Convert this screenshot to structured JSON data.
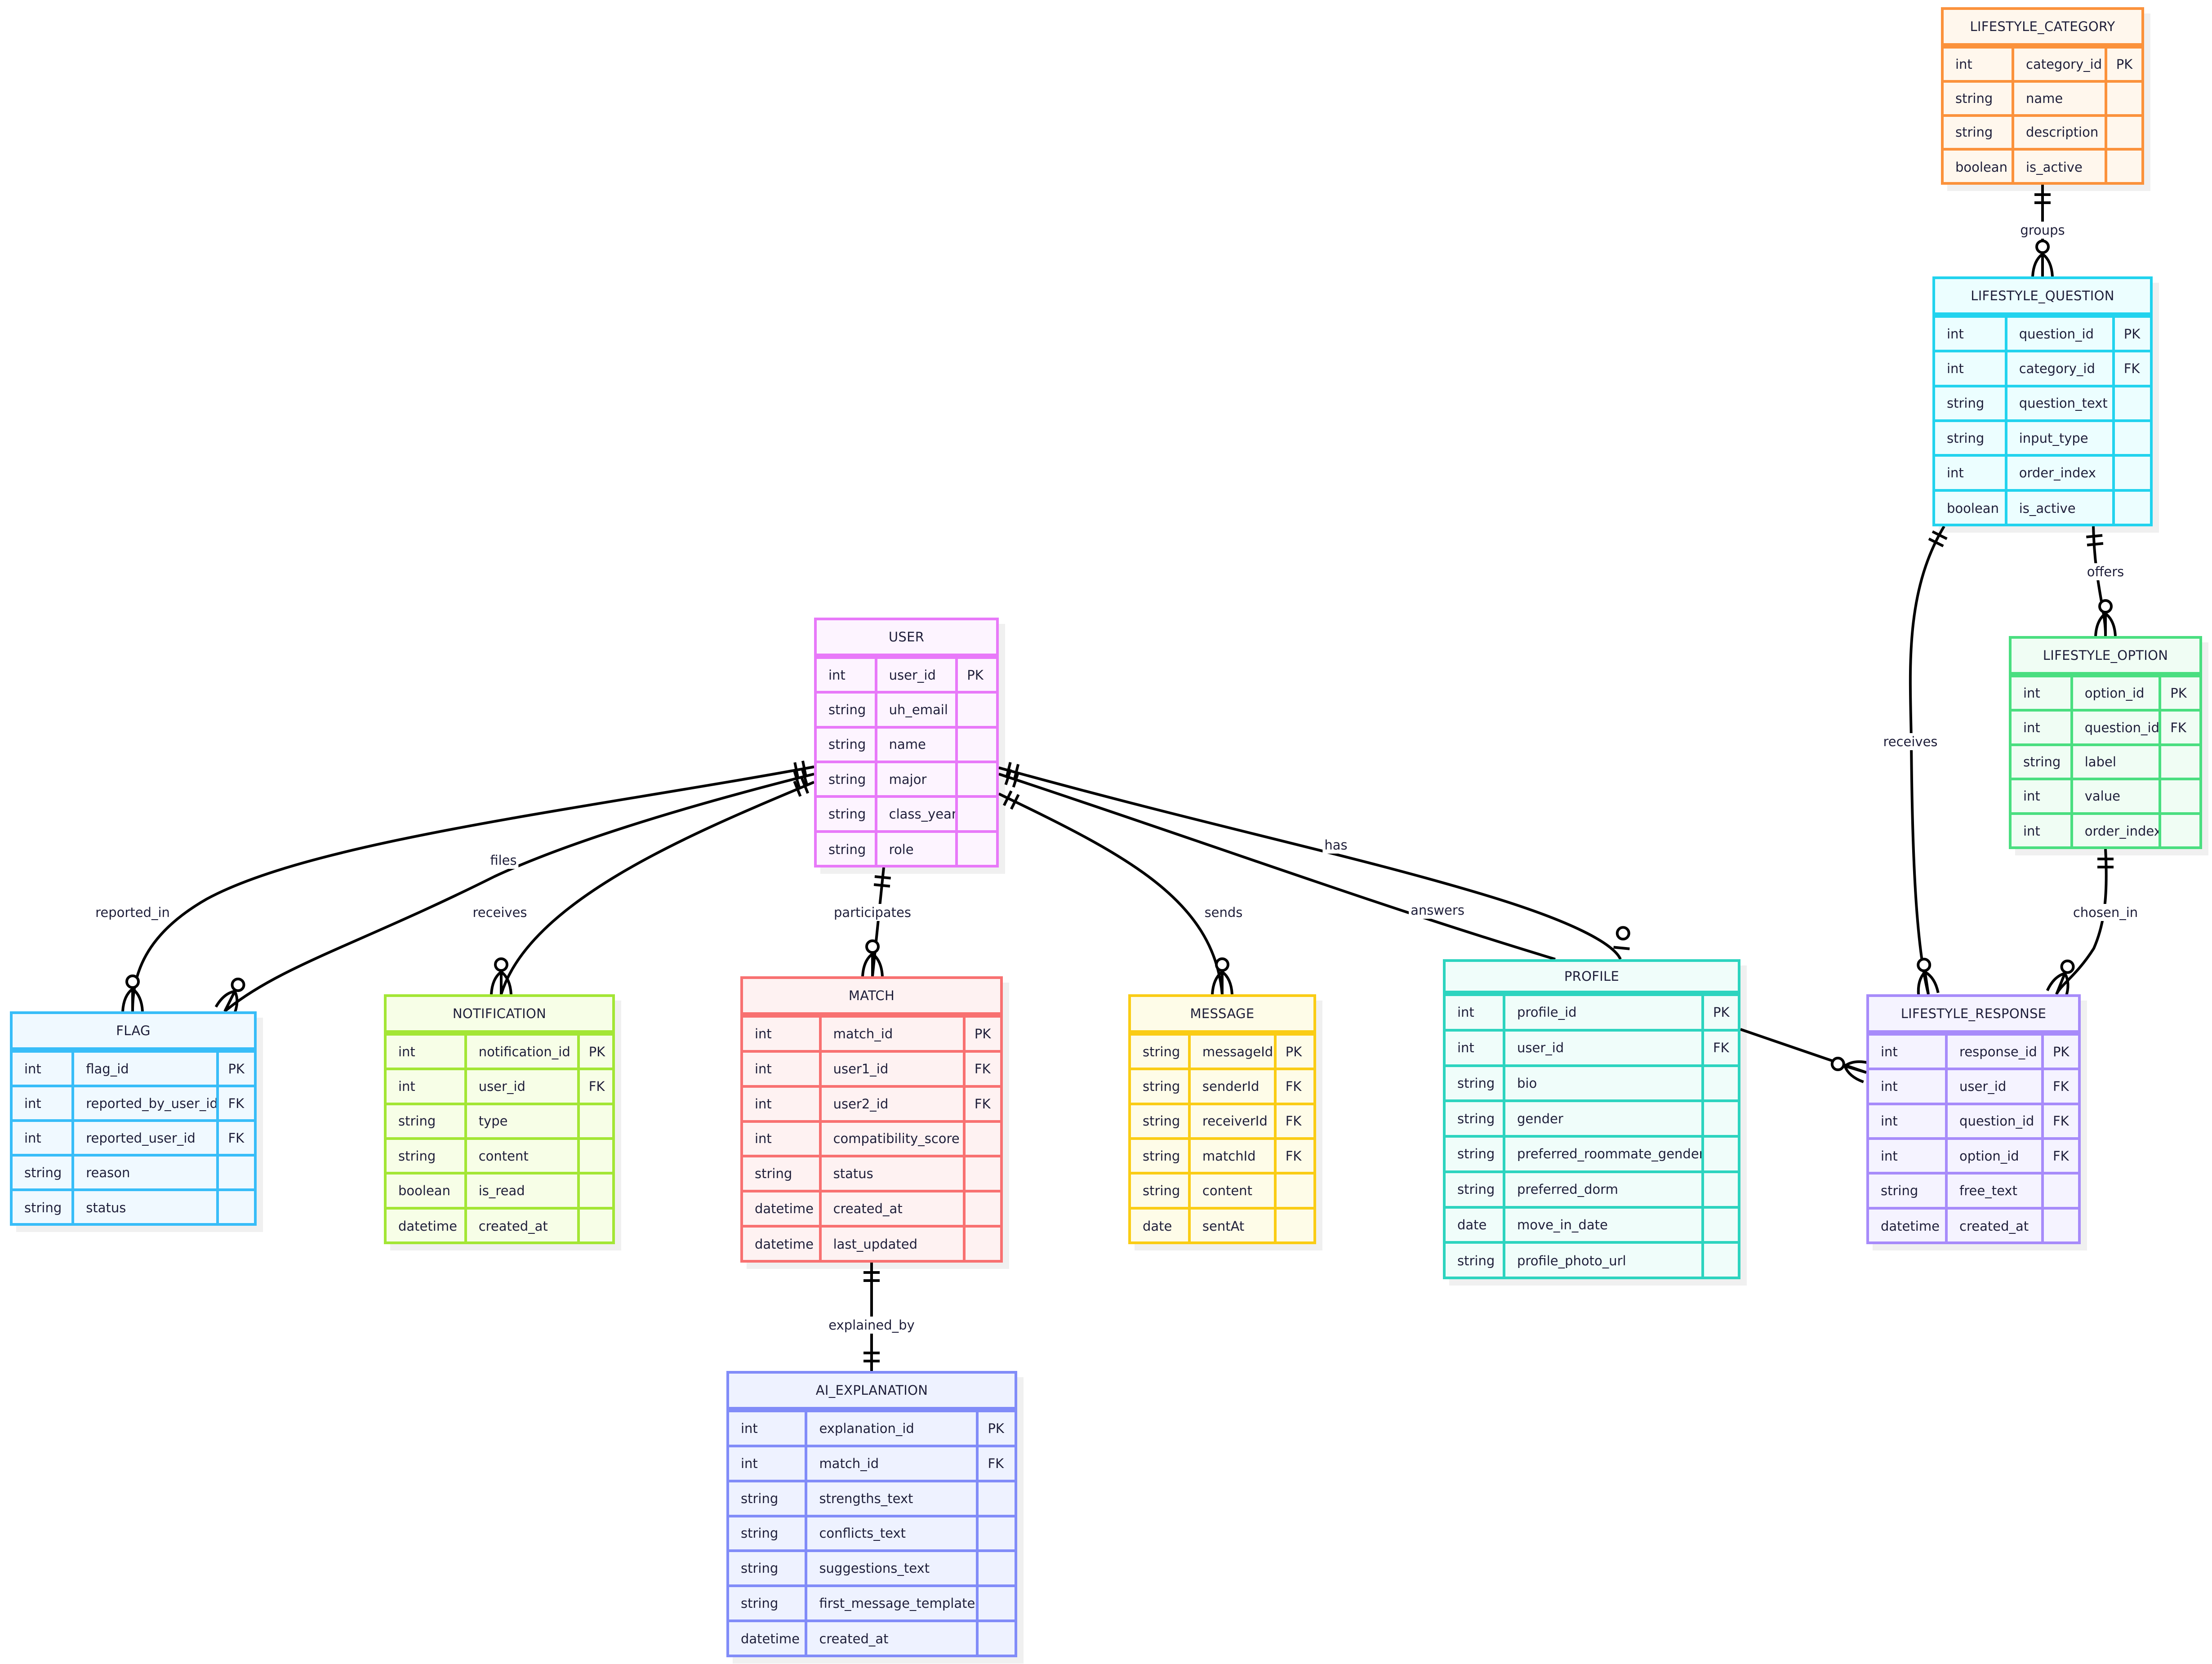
{
  "diagram": {
    "type": "entity-relationship",
    "entities": [
      {
        "id": "LIFESTYLE_CATEGORY",
        "name": "LIFESTYLE_CATEGORY",
        "stroke": "#fb923c",
        "fill": "#fff7ed",
        "attributes": [
          [
            "int",
            "category_id",
            "PK"
          ],
          [
            "string",
            "name",
            ""
          ],
          [
            "string",
            "description",
            ""
          ],
          [
            "boolean",
            "is_active",
            ""
          ]
        ]
      },
      {
        "id": "LIFESTYLE_QUESTION",
        "name": "LIFESTYLE_QUESTION",
        "stroke": "#22d3ee",
        "fill": "#ecfeff",
        "attributes": [
          [
            "int",
            "question_id",
            "PK"
          ],
          [
            "int",
            "category_id",
            "FK"
          ],
          [
            "string",
            "question_text",
            ""
          ],
          [
            "string",
            "input_type",
            ""
          ],
          [
            "int",
            "order_index",
            ""
          ],
          [
            "boolean",
            "is_active",
            ""
          ]
        ]
      },
      {
        "id": "LIFESTYLE_OPTION",
        "name": "LIFESTYLE_OPTION",
        "stroke": "#4ade80",
        "fill": "#f0fdf4",
        "attributes": [
          [
            "int",
            "option_id",
            "PK"
          ],
          [
            "int",
            "question_id",
            "FK"
          ],
          [
            "string",
            "label",
            ""
          ],
          [
            "int",
            "value",
            ""
          ],
          [
            "int",
            "order_index",
            ""
          ]
        ]
      },
      {
        "id": "LIFESTYLE_RESPONSE",
        "name": "LIFESTYLE_RESPONSE",
        "stroke": "#a78bfa",
        "fill": "#f5f3ff",
        "attributes": [
          [
            "int",
            "response_id",
            "PK"
          ],
          [
            "int",
            "user_id",
            "FK"
          ],
          [
            "int",
            "question_id",
            "FK"
          ],
          [
            "int",
            "option_id",
            "FK"
          ],
          [
            "string",
            "free_text",
            ""
          ],
          [
            "datetime",
            "created_at",
            ""
          ]
        ]
      },
      {
        "id": "USER",
        "name": "USER",
        "stroke": "#e879f9",
        "fill": "#fdf4ff",
        "attributes": [
          [
            "int",
            "user_id",
            "PK"
          ],
          [
            "string",
            "uh_email",
            ""
          ],
          [
            "string",
            "name",
            ""
          ],
          [
            "string",
            "major",
            ""
          ],
          [
            "string",
            "class_year",
            ""
          ],
          [
            "string",
            "role",
            ""
          ]
        ]
      },
      {
        "id": "FLAG",
        "name": "FLAG",
        "stroke": "#38bdf8",
        "fill": "#f0f9ff",
        "attributes": [
          [
            "int",
            "flag_id",
            "PK"
          ],
          [
            "int",
            "reported_by_user_id",
            "FK"
          ],
          [
            "int",
            "reported_user_id",
            "FK"
          ],
          [
            "string",
            "reason",
            ""
          ],
          [
            "string",
            "status",
            ""
          ]
        ]
      },
      {
        "id": "NOTIFICATION",
        "name": "NOTIFICATION",
        "stroke": "#a3e635",
        "fill": "#f7fee7",
        "attributes": [
          [
            "int",
            "notification_id",
            "PK"
          ],
          [
            "int",
            "user_id",
            "FK"
          ],
          [
            "string",
            "type",
            ""
          ],
          [
            "string",
            "content",
            ""
          ],
          [
            "boolean",
            "is_read",
            ""
          ],
          [
            "datetime",
            "created_at",
            ""
          ]
        ]
      },
      {
        "id": "MATCH",
        "name": "MATCH",
        "stroke": "#f87171",
        "fill": "#fef2f2",
        "attributes": [
          [
            "int",
            "match_id",
            "PK"
          ],
          [
            "int",
            "user1_id",
            "FK"
          ],
          [
            "int",
            "user2_id",
            "FK"
          ],
          [
            "int",
            "compatibility_score",
            ""
          ],
          [
            "string",
            "status",
            ""
          ],
          [
            "datetime",
            "created_at",
            ""
          ],
          [
            "datetime",
            "last_updated",
            ""
          ]
        ]
      },
      {
        "id": "AI_EXPLANATION",
        "name": "AI_EXPLANATION",
        "stroke": "#818cf8",
        "fill": "#eef2ff",
        "attributes": [
          [
            "int",
            "explanation_id",
            "PK"
          ],
          [
            "int",
            "match_id",
            "FK"
          ],
          [
            "string",
            "strengths_text",
            ""
          ],
          [
            "string",
            "conflicts_text",
            ""
          ],
          [
            "string",
            "suggestions_text",
            ""
          ],
          [
            "string",
            "first_message_template",
            ""
          ],
          [
            "datetime",
            "created_at",
            ""
          ]
        ]
      },
      {
        "id": "MESSAGE",
        "name": "MESSAGE",
        "stroke": "#facc15",
        "fill": "#fefce8",
        "attributes": [
          [
            "string",
            "messageId",
            "PK"
          ],
          [
            "string",
            "senderId",
            "FK"
          ],
          [
            "string",
            "receiverId",
            "FK"
          ],
          [
            "string",
            "matchId",
            "FK"
          ],
          [
            "string",
            "content",
            ""
          ],
          [
            "date",
            "sentAt",
            ""
          ]
        ]
      },
      {
        "id": "PROFILE",
        "name": "PROFILE",
        "stroke": "#2dd4bf",
        "fill": "#f0fdfa",
        "attributes": [
          [
            "int",
            "profile_id",
            "PK"
          ],
          [
            "int",
            "user_id",
            "FK"
          ],
          [
            "string",
            "bio",
            ""
          ],
          [
            "string",
            "gender",
            ""
          ],
          [
            "string",
            "preferred_roommate_gender",
            ""
          ],
          [
            "string",
            "preferred_dorm",
            ""
          ],
          [
            "date",
            "move_in_date",
            ""
          ],
          [
            "string",
            "profile_photo_url",
            ""
          ]
        ]
      }
    ],
    "relationships": [
      {
        "from": "LIFESTYLE_CATEGORY",
        "to": "LIFESTYLE_QUESTION",
        "label": "groups",
        "from_card": "exactly-one",
        "to_card": "zero-or-more"
      },
      {
        "from": "LIFESTYLE_QUESTION",
        "to": "LIFESTYLE_OPTION",
        "label": "offers",
        "from_card": "exactly-one",
        "to_card": "zero-or-more"
      },
      {
        "from": "LIFESTYLE_QUESTION",
        "to": "LIFESTYLE_RESPONSE",
        "label": "receives",
        "from_card": "exactly-one",
        "to_card": "zero-or-more"
      },
      {
        "from": "LIFESTYLE_OPTION",
        "to": "LIFESTYLE_RESPONSE",
        "label": "chosen_in",
        "from_card": "exactly-one",
        "to_card": "zero-or-more"
      },
      {
        "from": "USER",
        "to": "FLAG",
        "label": "reported_in",
        "from_card": "exactly-one",
        "to_card": "zero-or-more"
      },
      {
        "from": "USER",
        "to": "FLAG",
        "label": "files",
        "from_card": "exactly-one",
        "to_card": "zero-or-more"
      },
      {
        "from": "USER",
        "to": "NOTIFICATION",
        "label": "receives",
        "from_card": "exactly-one",
        "to_card": "zero-or-more"
      },
      {
        "from": "USER",
        "to": "MATCH",
        "label": "participates",
        "from_card": "exactly-one",
        "to_card": "zero-or-more"
      },
      {
        "from": "USER",
        "to": "MESSAGE",
        "label": "sends",
        "from_card": "exactly-one",
        "to_card": "zero-or-more"
      },
      {
        "from": "USER",
        "to": "PROFILE",
        "label": "has",
        "from_card": "exactly-one",
        "to_card": "zero-or-one"
      },
      {
        "from": "USER",
        "to": "LIFESTYLE_RESPONSE",
        "label": "answers",
        "from_card": "exactly-one",
        "to_card": "zero-or-more"
      },
      {
        "from": "MATCH",
        "to": "AI_EXPLANATION",
        "label": "explained_by",
        "from_card": "exactly-one",
        "to_card": "exactly-one"
      }
    ]
  }
}
